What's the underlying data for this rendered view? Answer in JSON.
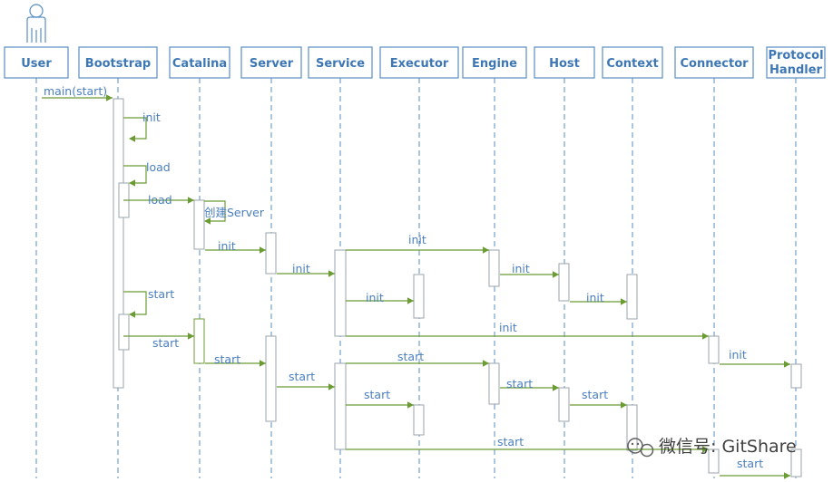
{
  "diagram": {
    "actor": {
      "icon": "person-icon"
    },
    "participants": [
      {
        "key": "user",
        "label": "User"
      },
      {
        "key": "bootstrap",
        "label": "Bootstrap"
      },
      {
        "key": "catalina",
        "label": "Catalina"
      },
      {
        "key": "server",
        "label": "Server"
      },
      {
        "key": "service",
        "label": "Service"
      },
      {
        "key": "executor",
        "label": "Executor"
      },
      {
        "key": "engine",
        "label": "Engine"
      },
      {
        "key": "host",
        "label": "Host"
      },
      {
        "key": "context",
        "label": "Context"
      },
      {
        "key": "connector",
        "label": "Connector"
      },
      {
        "key": "protocolhandler",
        "label": "Protocol Handler",
        "lines": [
          "Protocol",
          "Handler"
        ]
      }
    ],
    "messages": [
      {
        "from": "user",
        "to": "bootstrap",
        "label": "main(start)"
      },
      {
        "from": "bootstrap",
        "to": "bootstrap",
        "label": "init",
        "self": true
      },
      {
        "from": "bootstrap",
        "to": "bootstrap",
        "label": "load",
        "self": true
      },
      {
        "from": "bootstrap",
        "to": "catalina",
        "label": "load"
      },
      {
        "from": "catalina",
        "to": "catalina",
        "label": "创建Server",
        "self": true
      },
      {
        "from": "catalina",
        "to": "server",
        "label": "init"
      },
      {
        "from": "service",
        "to": "engine",
        "label": "init"
      },
      {
        "from": "server",
        "to": "service",
        "label": "init"
      },
      {
        "from": "engine",
        "to": "host",
        "label": "init"
      },
      {
        "from": "bootstrap",
        "to": "bootstrap",
        "label": "start",
        "self": true
      },
      {
        "from": "service",
        "to": "executor",
        "label": "init"
      },
      {
        "from": "host",
        "to": "context",
        "label": "init"
      },
      {
        "from": "service",
        "to": "connector",
        "label": "init"
      },
      {
        "from": "bootstrap",
        "to": "catalina",
        "label": "start"
      },
      {
        "from": "connector",
        "to": "protocolhandler",
        "label": "init"
      },
      {
        "from": "catalina",
        "to": "server",
        "label": "start"
      },
      {
        "from": "service",
        "to": "engine",
        "label": "start"
      },
      {
        "from": "server",
        "to": "service",
        "label": "start"
      },
      {
        "from": "engine",
        "to": "host",
        "label": "start"
      },
      {
        "from": "service",
        "to": "executor",
        "label": "start"
      },
      {
        "from": "host",
        "to": "context",
        "label": "start"
      },
      {
        "from": "service",
        "to": "connector",
        "label": "start"
      },
      {
        "from": "connector",
        "to": "protocolhandler",
        "label": "start"
      }
    ]
  },
  "watermark": {
    "icon": "wechat-icon",
    "text": "微信号: GitShare"
  },
  "colors": {
    "header_border": "#5a8ec2",
    "header_text": "#3d77b5",
    "message_line": "#6b9c34",
    "message_text": "#4a7fbf",
    "activation_border": "#9aa3ad"
  }
}
